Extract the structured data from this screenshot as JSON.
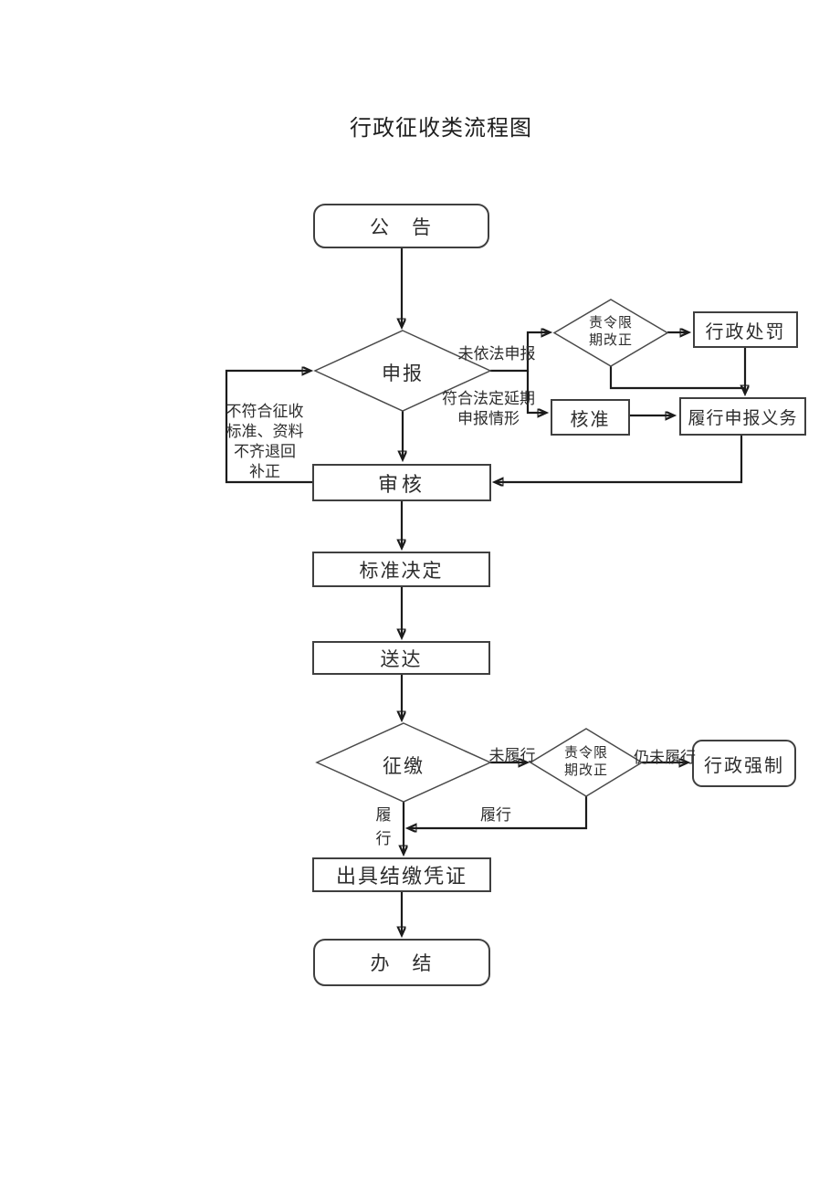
{
  "page": {
    "title": "行政征收类流程图"
  },
  "flowchart": {
    "nodes": {
      "announce": "公　告",
      "declare": "申报",
      "order_correct_top": [
        "责令限",
        "期改正"
      ],
      "admin_penalty": "行政处罚",
      "approve": "核准",
      "fulfill_obligation": "履行申报义务",
      "review": "审核",
      "standard_decision": "标准决定",
      "deliver": "送达",
      "collect": "征缴",
      "order_correct_bottom": [
        "责令限",
        "期改正"
      ],
      "admin_enforce": "行政强制",
      "issue_receipt": "出具结缴凭证",
      "finish": "办　结"
    },
    "edge_labels": {
      "not_declared": "未依法申报",
      "legal_deferral": [
        "符合法定延期",
        "申报情形"
      ],
      "return_for_correction": [
        "不符合征收",
        "标准、资料",
        "不齐退回",
        "补正"
      ],
      "not_fulfilled": "未履行",
      "still_not_fulfilled": "仍未履行",
      "fulfilled_vertical": [
        "履",
        "行"
      ],
      "fulfilled": "履行"
    },
    "colors": {
      "line": "#1b1b1b",
      "shape_border": "#3f3f3f",
      "text": "#2d2d2d",
      "background": "#ffffff"
    }
  }
}
